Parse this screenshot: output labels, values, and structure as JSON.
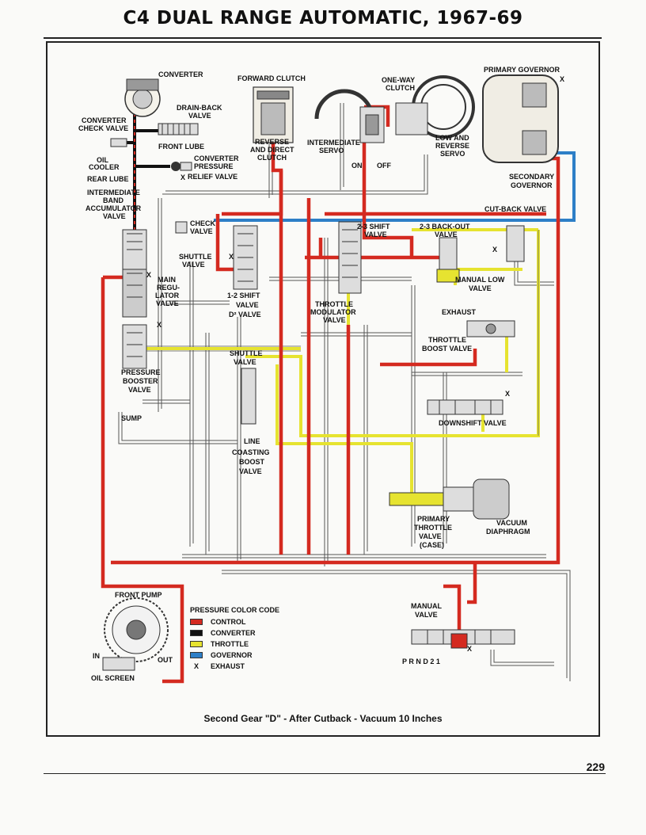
{
  "title": "C4 DUAL RANGE AUTOMATIC, 1967-69",
  "caption": "Second Gear \"D\" - After Cutback - Vacuum 10 Inches",
  "page_number": "229",
  "colors": {
    "control": "#d42a20",
    "converter": "#111111",
    "throttle": "#e6e330",
    "governor": "#2d7fc7",
    "line": "#555555"
  },
  "legend": {
    "title": "PRESSURE COLOR CODE",
    "items": [
      {
        "label": "CONTROL",
        "color": "#d42a20"
      },
      {
        "label": "CONVERTER",
        "color": "#111111"
      },
      {
        "label": "THROTTLE",
        "color": "#e6e330"
      },
      {
        "label": "GOVERNOR",
        "color": "#2d7fc7"
      }
    ],
    "exhaust_symbol": "X",
    "exhaust_label": "EXHAUST"
  },
  "labels": {
    "converter": "CONVERTER",
    "forward_clutch": "FORWARD CLUTCH",
    "one_way_clutch_1": "ONE-WAY",
    "one_way_clutch_2": "CLUTCH",
    "primary_governor": "PRIMARY GOVERNOR",
    "drain_back_1": "DRAIN-BACK",
    "drain_back_2": "VALVE",
    "converter_check_1": "CONVERTER",
    "converter_check_2": "CHECK VALVE",
    "front_lube": "FRONT LUBE",
    "oil_cooler_1": "OIL",
    "oil_cooler_2": "COOLER",
    "rear_lube": "REAR LUBE",
    "conv_relief_1": "CONVERTER",
    "conv_relief_2": "PRESSURE",
    "conv_relief_3": "RELIEF VALVE",
    "reverse_1": "REVERSE",
    "reverse_2": "AND DIRECT",
    "reverse_3": "CLUTCH",
    "int_servo_1": "INTERMEDIATE",
    "int_servo_2": "SERVO",
    "on": "ON",
    "off": "OFF",
    "low_rev_1": "LOW AND",
    "low_rev_2": "REVERSE",
    "low_rev_3": "SERVO",
    "sec_gov_1": "SECONDARY",
    "sec_gov_2": "GOVERNOR",
    "int_band_1": "INTERMEDIATE",
    "int_band_2": "BAND",
    "int_band_3": "ACCUMULATOR",
    "int_band_4": "VALVE",
    "cutback": "CUT-BACK VALVE",
    "check_1": "CHECK",
    "check_2": "VALVE",
    "shift23_1": "2-3 SHIFT",
    "shift23_2": "VALVE",
    "backout_1": "2-3 BACK-OUT",
    "backout_2": "VALVE",
    "shuttle_1": "SHUTTLE",
    "shuttle_2": "VALVE",
    "main_reg_1": "MAIN",
    "main_reg_2": "REGU-",
    "main_reg_3": "LATOR",
    "main_reg_4": "VALVE",
    "manual_low_1": "MANUAL LOW",
    "manual_low_2": "VALVE",
    "shift12_1": "1-2 SHIFT",
    "shift12_2": "VALVE",
    "shift12_3": "D² VALVE",
    "throttle_mod_1": "THROTTLE",
    "throttle_mod_2": "MODULATOR",
    "throttle_mod_3": "VALVE",
    "exhaust": "EXHAUST",
    "throttle_boost_1": "THROTTLE",
    "throttle_boost_2": "BOOST VALVE",
    "shuttle2_1": "SHUTTLE",
    "shuttle2_2": "VALVE",
    "pressure_booster_1": "PRESSURE",
    "pressure_booster_2": "BOOSTER",
    "pressure_booster_3": "VALVE",
    "sump": "SUMP",
    "downshift": "DOWNSHIFT VALVE",
    "line_coast_1": "LINE",
    "line_coast_2": "COASTING",
    "line_coast_3": "BOOST",
    "line_coast_4": "VALVE",
    "primary_throttle_1": "PRIMARY",
    "primary_throttle_2": "THROTTLE",
    "primary_throttle_3": "VALVE",
    "primary_throttle_4": "(CASE)",
    "vacuum_1": "VACUUM",
    "vacuum_2": "DIAPHRAGM",
    "front_pump": "FRONT PUMP",
    "manual_valve_1": "MANUAL",
    "manual_valve_2": "VALVE",
    "prnd": "P R N D 2 1",
    "in": "IN",
    "out": "OUT",
    "oil_screen": "OIL SCREEN",
    "x": "X"
  }
}
